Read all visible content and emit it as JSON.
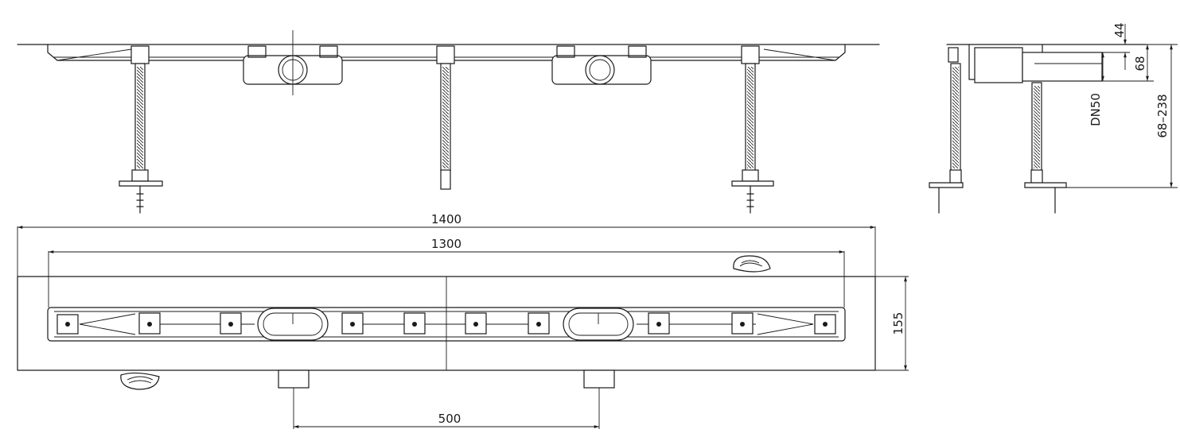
{
  "drawing": {
    "type": "technical-drawing",
    "dimensions": {
      "overall_length": "1400",
      "inner_length": "1300",
      "outlet_spacing": "500",
      "width": "155",
      "top_height": "44",
      "body_height": "68",
      "adjust_range": "68–238",
      "outlet": "DN50"
    }
  }
}
